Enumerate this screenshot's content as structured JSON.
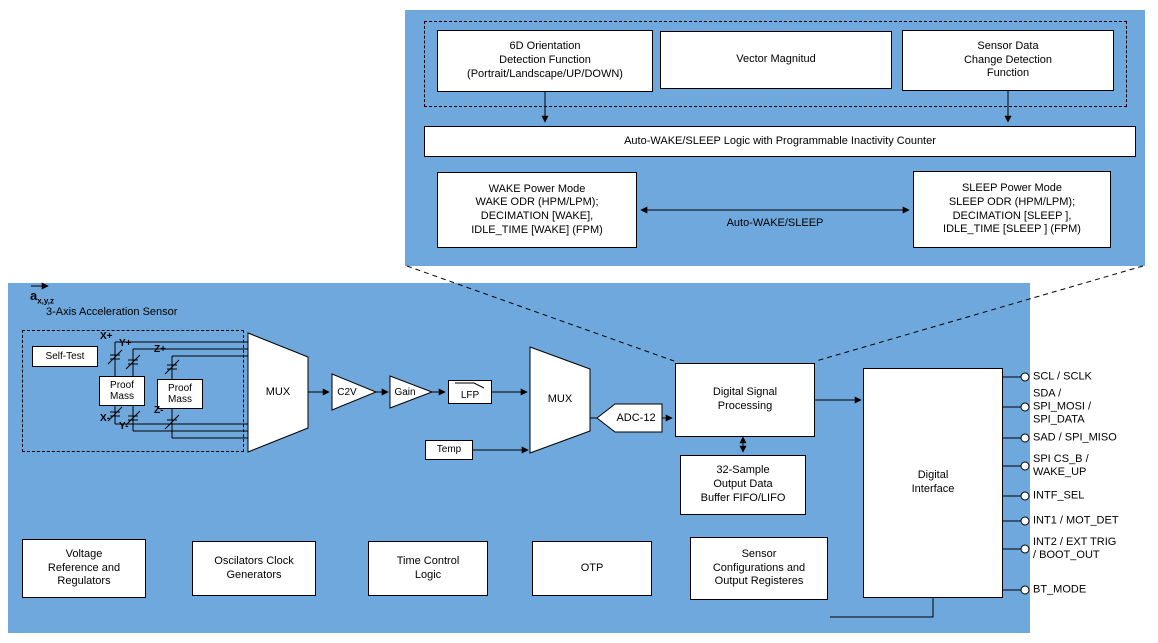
{
  "colors": {
    "panel": "#6FA8DC",
    "box_bg": "#FFFFFF",
    "line": "#000000"
  },
  "inset": {
    "orientation_box": "6D Orientation\nDetection Function\n(Portrait/Landscape/UP/DOWN)",
    "vector_box": "Vector Magnitud",
    "sensor_change_box": "Sensor Data\nChange Detection\nFunction",
    "wake_sleep_logic": "Auto-WAKE/SLEEP Logic with Programmable Inactivity Counter",
    "wake_box": "WAKE Power Mode\nWAKE ODR (HPM/LPM);\nDECIMATION [WAKE],\nIDLE_TIME [WAKE] (FPM)",
    "sleep_box": "SLEEP Power Mode\nSLEEP ODR (HPM/LPM);\nDECIMATION [SLEEP ],\nIDLE_TIME [SLEEP ] (FPM)",
    "arrow_label": "Auto-WAKE/SLEEP"
  },
  "main": {
    "vector_symbol": "a",
    "vector_subscript": "x,y,z",
    "sensor_title": "3-Axis Acceleration Sensor",
    "self_test": "Self-Test",
    "proof_mass_1": "Proof\nMass",
    "proof_mass_2": "Proof\nMass",
    "axis_labels": {
      "xp": "X+",
      "yp": "Y+",
      "zp": "Z+",
      "xm": "X-",
      "ym": "Y-",
      "zm": "Z-"
    },
    "mux1": "MUX",
    "c2v": "C2V",
    "gain": "Gain",
    "lfp": "LFP",
    "mux2": "MUX",
    "temp": "Temp",
    "adc": "ADC-12",
    "dsp": "Digital Signal\nProcessing",
    "fifo": "32-Sample\nOutput Data\nBuffer FIFO/LIFO",
    "digital_interface": "Digital\nInterface",
    "pins": [
      {
        "label": "SCL / SCLK"
      },
      {
        "label": "SDA /\nSPI_MOSI /\nSPI_DATA"
      },
      {
        "label": "SAD / SPI_MISO"
      },
      {
        "label": "SPI CS_B /\nWAKE_UP"
      },
      {
        "label": "INTF_SEL"
      },
      {
        "label": "INT1 / MOT_DET"
      },
      {
        "label": "INT2 / EXT TRIG\n/ BOOT_OUT"
      },
      {
        "label": "BT_MODE"
      }
    ],
    "bottom_boxes": [
      {
        "label": "Voltage\nReference and\nRegulators"
      },
      {
        "label": "Oscilators Clock\nGenerators"
      },
      {
        "label": "Time Control\nLogic"
      },
      {
        "label": "OTP"
      },
      {
        "label": "Sensor\nConfigurations and\nOutput Registeres"
      }
    ]
  }
}
